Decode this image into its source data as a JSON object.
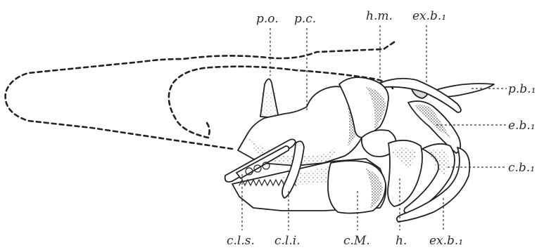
{
  "labels": {
    "po": "p.o.",
    "pc": "p.c.",
    "hm": "h.m.",
    "exb1_top": "ex.b.₁",
    "pb1": "p.b.₁",
    "eb1": "e.b.₁",
    "cb1": "c.b.₁",
    "cls": "c.l.s.",
    "cli": "c.l.i.",
    "cm": "c.M.",
    "h": "h.",
    "exb1_bottom": "ex.b.₁"
  }
}
